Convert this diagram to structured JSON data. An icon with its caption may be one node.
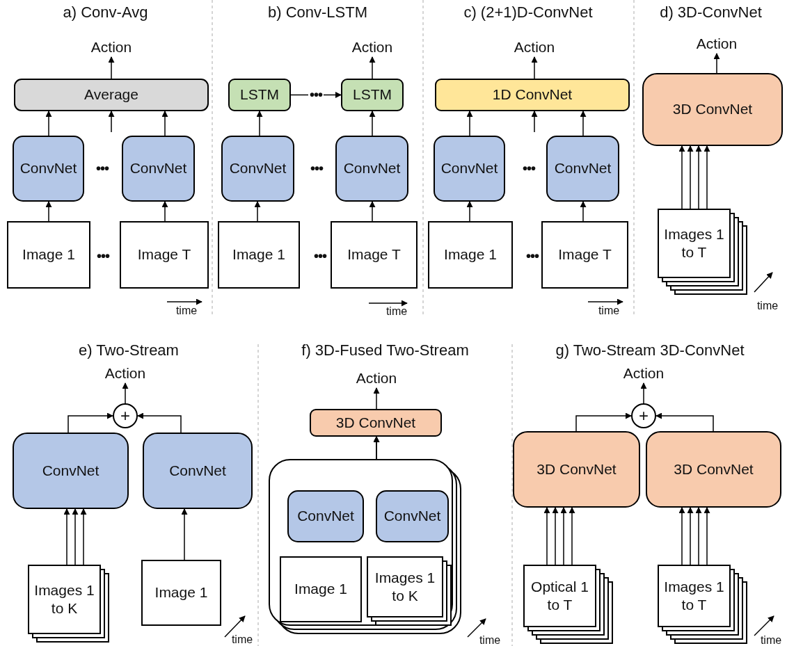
{
  "diagram": {
    "nodes": [
      {
        "text": [
          "a) Conv-Avg"
        ]
      },
      {
        "text": [
          "Action"
        ],
        "in": 0
      },
      {
        "text": [
          "Average"
        ],
        "in": 0
      },
      {
        "text": [
          "ConvNet"
        ],
        "in": 0
      },
      {
        "text": [
          "ConvNet"
        ],
        "in": 0
      },
      {
        "text": [
          "Image 1"
        ],
        "in": 0
      },
      {
        "text": [
          "Image T"
        ],
        "in": 0
      },
      {
        "text": [
          "b) Conv-LSTM"
        ]
      },
      {
        "text": [
          "Action"
        ],
        "in": 7
      },
      {
        "text": [
          "LSTM"
        ],
        "in": 7
      },
      {
        "text": [
          "LSTM"
        ],
        "in": 7
      },
      {
        "text": [
          "ConvNet"
        ],
        "in": 7
      },
      {
        "text": [
          "ConvNet"
        ],
        "in": 7
      },
      {
        "text": [
          "Image 1"
        ],
        "in": 7
      },
      {
        "text": [
          "Image T"
        ],
        "in": 7
      },
      {
        "text": [
          "c) (2+1)D-ConvNet"
        ]
      },
      {
        "text": [
          "Action"
        ],
        "in": 15
      },
      {
        "text": [
          "1D ConvNet"
        ],
        "in": 15
      },
      {
        "text": [
          "ConvNet"
        ],
        "in": 15
      },
      {
        "text": [
          "ConvNet"
        ],
        "in": 15
      },
      {
        "text": [
          "Image 1"
        ],
        "in": 15
      },
      {
        "text": [
          "Image T"
        ],
        "in": 15
      },
      {
        "text": [
          "d) 3D-ConvNet"
        ]
      },
      {
        "text": [
          "Action"
        ],
        "in": 22
      },
      {
        "text": [
          "3D ConvNet"
        ],
        "in": 22
      },
      {
        "text": [
          "Images 1 to T"
        ],
        "in": 22
      },
      {
        "text": [
          "e) Two-Stream"
        ]
      },
      {
        "text": [
          "Action"
        ],
        "in": 26
      },
      {
        "text": [
          "+"
        ],
        "in": 26
      },
      {
        "text": [
          "ConvNet"
        ],
        "in": 26
      },
      {
        "text": [
          "ConvNet"
        ],
        "in": 26
      },
      {
        "text": [
          "Images 1 to K"
        ],
        "in": 26
      },
      {
        "text": [
          "Image 1"
        ],
        "in": 26
      },
      {
        "text": [
          "f) 3D-Fused Two-Stream"
        ]
      },
      {
        "text": [
          "Action"
        ],
        "in": 33
      },
      {
        "text": [
          "3D ConvNet"
        ],
        "in": 33
      },
      {
        "text": [],
        "shape": "box",
        "in": 33
      },
      {
        "text": [
          "ConvNet"
        ],
        "in": 36
      },
      {
        "text": [
          "ConvNet"
        ],
        "in": 36
      },
      {
        "text": [
          "Image 1"
        ],
        "in": 36
      },
      {
        "text": [
          "Images 1 to K"
        ],
        "in": 36
      },
      {
        "text": [
          "g) Two-Stream 3D-ConvNet"
        ]
      },
      {
        "text": [
          "Action"
        ],
        "in": 41
      },
      {
        "text": [
          "+"
        ],
        "in": 41
      },
      {
        "text": [
          "3D ConvNet"
        ],
        "in": 41
      },
      {
        "text": [
          "3D ConvNet"
        ],
        "in": 41
      },
      {
        "text": [
          "Optical 1 to T"
        ],
        "in": 41
      },
      {
        "text": [
          "Images 1 to T"
        ],
        "in": 41
      }
    ],
    "edges": [
      {
        "from": 5,
        "to": 3,
        "arrow": "to"
      },
      {
        "from": 6,
        "to": 4,
        "arrow": "to"
      },
      {
        "from": 3,
        "to": 2,
        "arrow": "to"
      },
      {
        "from": null,
        "to": 2,
        "arrow": "to"
      },
      {
        "from": 4,
        "to": 2,
        "arrow": "to"
      },
      {
        "from": 2,
        "to": 1,
        "arrow": "to"
      },
      {
        "from": 13,
        "to": 11,
        "arrow": "to"
      },
      {
        "from": 14,
        "to": 12,
        "arrow": "to"
      },
      {
        "from": 11,
        "to": 9,
        "arrow": "to"
      },
      {
        "from": 12,
        "to": 10,
        "arrow": "to"
      },
      {
        "from": 9,
        "to": 10,
        "arrow": "to",
        "label": "•••"
      },
      {
        "from": 10,
        "to": 8,
        "arrow": "to"
      },
      {
        "from": 20,
        "to": 18,
        "arrow": "to"
      },
      {
        "from": 21,
        "to": 19,
        "arrow": "to"
      },
      {
        "from": 18,
        "to": 17,
        "arrow": "to"
      },
      {
        "from": null,
        "to": 17,
        "arrow": "to"
      },
      {
        "from": 19,
        "to": 17,
        "arrow": "to"
      },
      {
        "from": 17,
        "to": 16,
        "arrow": "to"
      },
      {
        "from": 25,
        "to": 24,
        "arrow": "to"
      },
      {
        "from": 25,
        "to": 24,
        "arrow": "to"
      },
      {
        "from": 25,
        "to": 24,
        "arrow": "to"
      },
      {
        "from": 25,
        "to": 24,
        "arrow": "to"
      },
      {
        "from": 24,
        "to": 23,
        "arrow": "to"
      },
      {
        "from": 31,
        "to": 29,
        "arrow": "to"
      },
      {
        "from": 31,
        "to": 29,
        "arrow": "to"
      },
      {
        "from": 31,
        "to": 29,
        "arrow": "to"
      },
      {
        "from": 32,
        "to": 30,
        "arrow": "to"
      },
      {
        "from": 29,
        "to": 28,
        "arrow": "to"
      },
      {
        "from": 30,
        "to": 28,
        "arrow": "to"
      },
      {
        "from": 28,
        "to": 27,
        "arrow": "to"
      },
      {
        "from": 37,
        "to": 35,
        "arrow": "to"
      },
      {
        "from": 38,
        "to": 35,
        "arrow": "to"
      },
      {
        "from": 35,
        "to": 34,
        "arrow": "to"
      },
      {
        "from": 46,
        "to": 44,
        "arrow": "to"
      },
      {
        "from": 46,
        "to": 44,
        "arrow": "to"
      },
      {
        "from": 46,
        "to": 44,
        "arrow": "to"
      },
      {
        "from": 46,
        "to": 44,
        "arrow": "to"
      },
      {
        "from": 47,
        "to": 45,
        "arrow": "to"
      },
      {
        "from": 47,
        "to": 45,
        "arrow": "to"
      },
      {
        "from": 47,
        "to": 45,
        "arrow": "to"
      },
      {
        "from": 47,
        "to": 45,
        "arrow": "to"
      },
      {
        "from": 44,
        "to": 43,
        "arrow": "to"
      },
      {
        "from": 45,
        "to": 43,
        "arrow": "to"
      },
      {
        "from": 43,
        "to": 42,
        "arrow": "to"
      }
    ],
    "labels": [
      "•••",
      "•••",
      "time",
      "•••",
      "•••",
      "time",
      "•••",
      "•••",
      "time",
      "time",
      "time",
      "time",
      "time"
    ]
  }
}
